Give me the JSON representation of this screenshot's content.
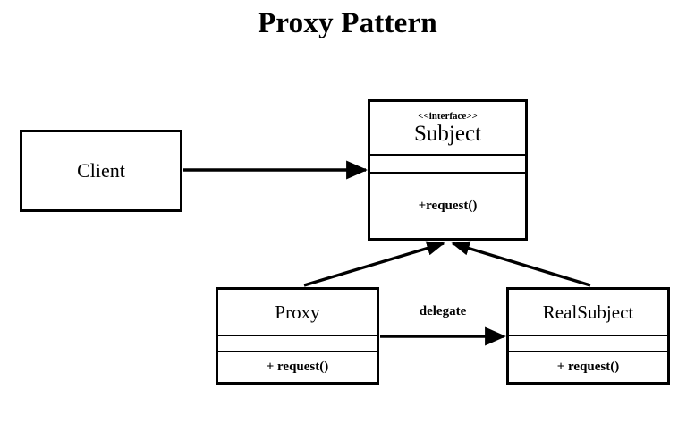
{
  "diagram": {
    "title": "Proxy Pattern",
    "type": "uml-class-diagram",
    "background_color": "#ffffff",
    "line_color": "#000000"
  },
  "classes": {
    "client": {
      "name": "Client",
      "stereotype": "",
      "attributes": [],
      "operations": []
    },
    "subject": {
      "name": "Subject",
      "stereotype": "<<interface>>",
      "attributes": [],
      "operations": [
        "+request()"
      ],
      "operation_1": "+request()"
    },
    "proxy": {
      "name": "Proxy",
      "stereotype": "",
      "attributes": [],
      "operations": [
        "+ request()"
      ],
      "operation_1": "+ request()"
    },
    "realsubject": {
      "name": "RealSubject",
      "stereotype": "",
      "attributes": [],
      "operations": [
        "+ request()"
      ],
      "operation_1": "+ request()"
    }
  },
  "relationships": [
    {
      "id": "client-to-subject",
      "from": "client",
      "to": "subject",
      "kind": "association",
      "label": ""
    },
    {
      "id": "proxy-to-subject",
      "from": "proxy",
      "to": "subject",
      "kind": "generalization",
      "label": ""
    },
    {
      "id": "realsubject-to-subject",
      "from": "realsubject",
      "to": "subject",
      "kind": "generalization",
      "label": ""
    },
    {
      "id": "proxy-to-realsubject",
      "from": "proxy",
      "to": "realsubject",
      "kind": "association",
      "label": "delegate"
    }
  ],
  "labels": {
    "delegate": "delegate"
  }
}
